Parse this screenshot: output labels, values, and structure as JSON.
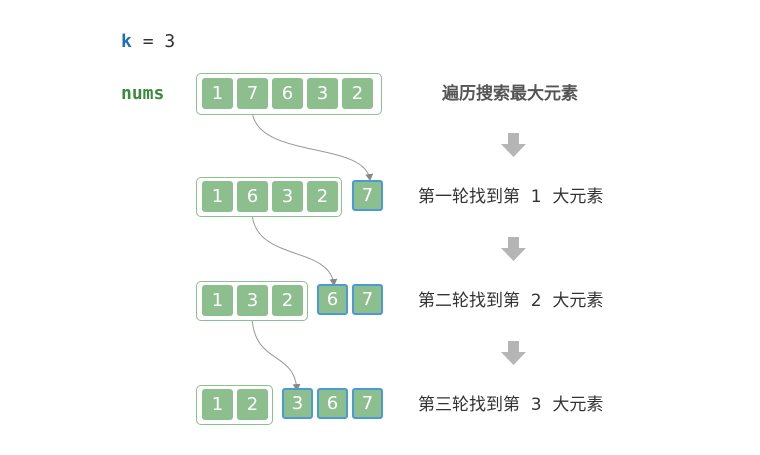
{
  "header": {
    "k_name": "k",
    "k_eq": "=",
    "k_value": "3",
    "nums_name": "nums"
  },
  "rows": [
    {
      "group": [
        "1",
        "7",
        "6",
        "3",
        "2"
      ],
      "top": [],
      "label": "遍历搜索最大元素"
    },
    {
      "group": [
        "1",
        "6",
        "3",
        "2"
      ],
      "top": [
        "7"
      ],
      "label": "第一轮找到第  1  大元素"
    },
    {
      "group": [
        "1",
        "3",
        "2"
      ],
      "top": [
        "6",
        "7"
      ],
      "label": "第二轮找到第  2  大元素"
    },
    {
      "group": [
        "1",
        "2"
      ],
      "top": [
        "3",
        "6",
        "7"
      ],
      "label": "第三轮找到第  3  大元素"
    }
  ],
  "colors": {
    "cell_fill": "#8dbe8d",
    "group_border": "#8cc08c",
    "top_border": "#4a9ad6",
    "arrow": "#b5b5b5",
    "k_color": "#1f6fb2",
    "nums_color": "#3c8a3c"
  },
  "icons": {
    "step_arrow": "down-arrow-icon"
  }
}
